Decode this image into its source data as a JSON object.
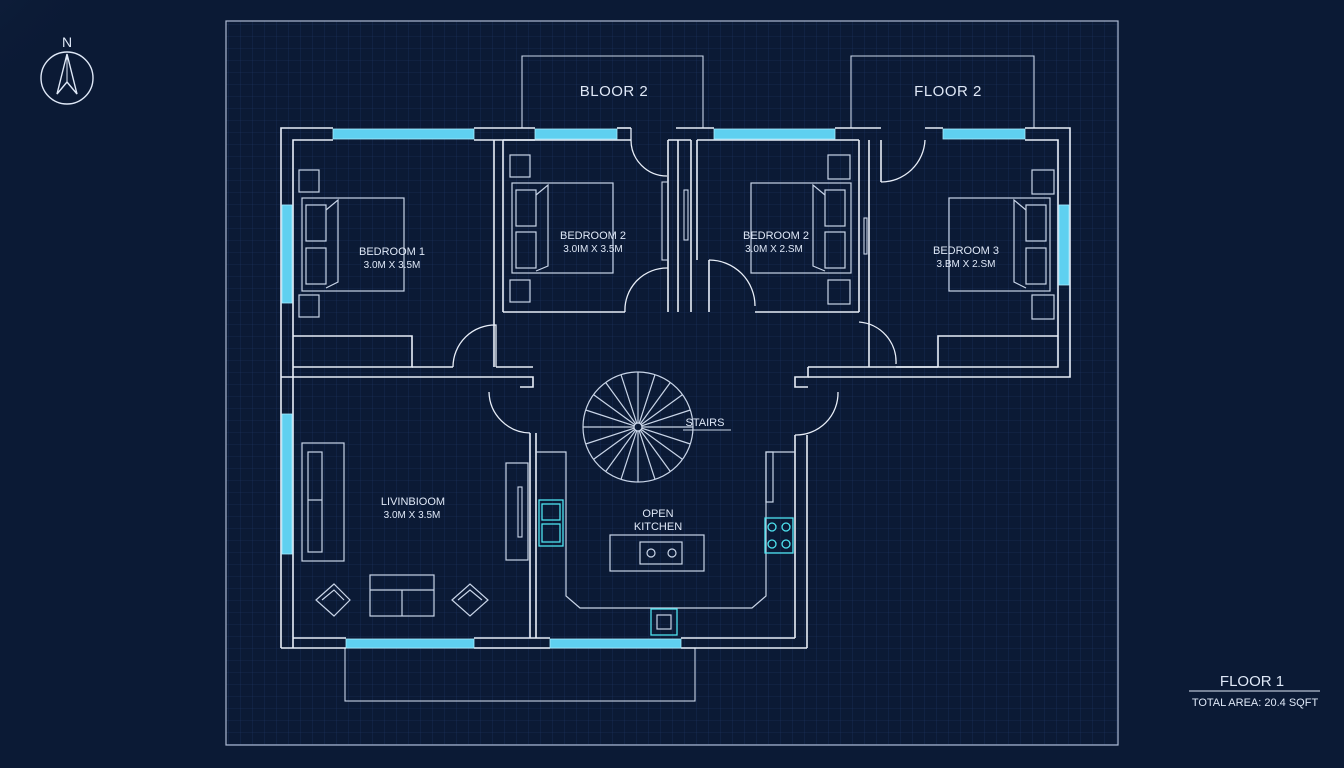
{
  "compass": {
    "label": "N"
  },
  "balconies": {
    "left_label": "BLOOR 2",
    "right_label": "FLOOR 2"
  },
  "rooms": {
    "bedroom_1": {
      "name": "BEDROOM 1",
      "size": "3.0M X 3.5M"
    },
    "bedroom_2a": {
      "name": "BEDROOM 2",
      "size": "3.0IM X 3.5M"
    },
    "bedroom_2b": {
      "name": "BEDROOM 2",
      "size": "3.0M X 2.SM"
    },
    "bedroom_3": {
      "name": "BEDROOM 3",
      "size": "3.BM X 2.SM"
    },
    "living": {
      "name": "LIVINBIOOM",
      "size": "3.0M X 3.5M"
    },
    "kitchen": {
      "name_line1": "OPEN",
      "name_line2": "KITCHEN"
    },
    "stairs": {
      "name": "STAIRS"
    }
  },
  "info": {
    "floor": "FLOOR 1",
    "total_area": "TOTAL AREA: 20.4 SQFT"
  },
  "colors": {
    "background": "#0b1a35",
    "line": "#e8eef8",
    "window": "#5fd0f0",
    "accent": "#4ee3f0"
  }
}
